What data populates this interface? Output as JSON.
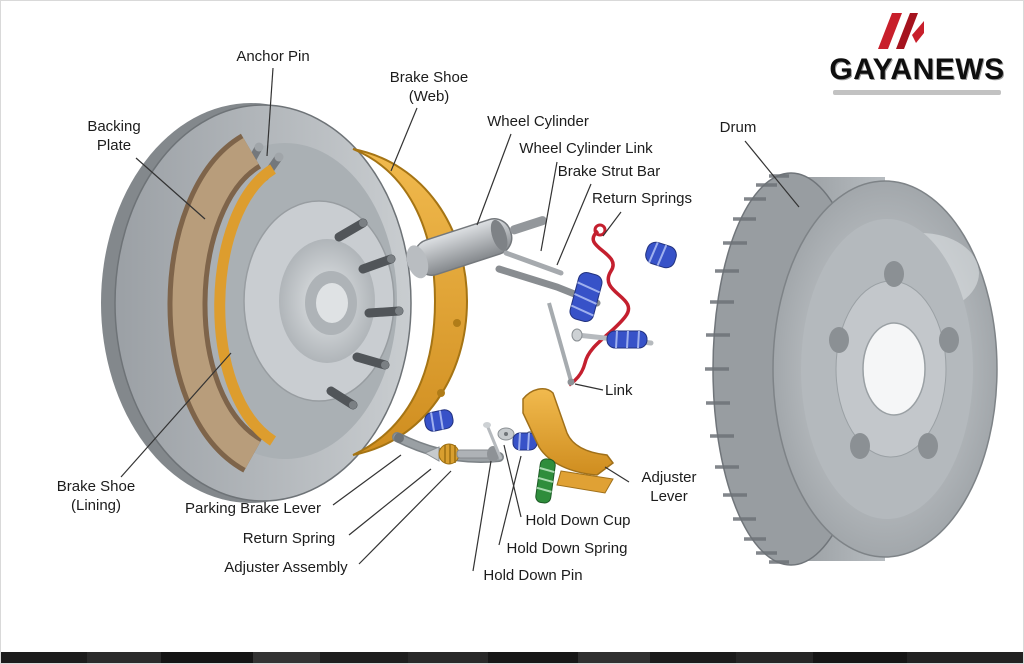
{
  "logo": {
    "name": "GAYANEWS"
  },
  "labels": [
    {
      "id": "anchor-pin",
      "text": "Anchor Pin"
    },
    {
      "id": "brake-shoe-web",
      "text": "Brake Shoe\n(Web)"
    },
    {
      "id": "wheel-cylinder",
      "text": "Wheel Cylinder"
    },
    {
      "id": "wheel-cylinder-link",
      "text": "Wheel Cylinder Link"
    },
    {
      "id": "brake-strut-bar",
      "text": "Brake Strut Bar"
    },
    {
      "id": "return-springs",
      "text": "Return Springs"
    },
    {
      "id": "backing-plate",
      "text": "Backing\nPlate"
    },
    {
      "id": "drum",
      "text": "Drum"
    },
    {
      "id": "link",
      "text": "Link"
    },
    {
      "id": "brake-shoe-lining",
      "text": "Brake Shoe\n(Lining)"
    },
    {
      "id": "parking-brake-lever",
      "text": "Parking Brake Lever"
    },
    {
      "id": "return-spring",
      "text": "Return Spring"
    },
    {
      "id": "adjuster-assembly",
      "text": "Adjuster Assembly"
    },
    {
      "id": "hold-down-cup",
      "text": "Hold Down Cup"
    },
    {
      "id": "hold-down-spring",
      "text": "Hold Down Spring"
    },
    {
      "id": "hold-down-pin",
      "text": "Hold Down Pin"
    },
    {
      "id": "adjuster-lever",
      "text": "Adjuster\nLever"
    }
  ],
  "colors": {
    "logo_red": "#c81f2b",
    "shoe_gold": "#e8a737",
    "lining_tan": "#b89d7b",
    "spring_blue": "#3752c8",
    "spring_green": "#2f8d3c",
    "wire_red": "#c41f2e",
    "metal_gray": "#a6abaf"
  }
}
